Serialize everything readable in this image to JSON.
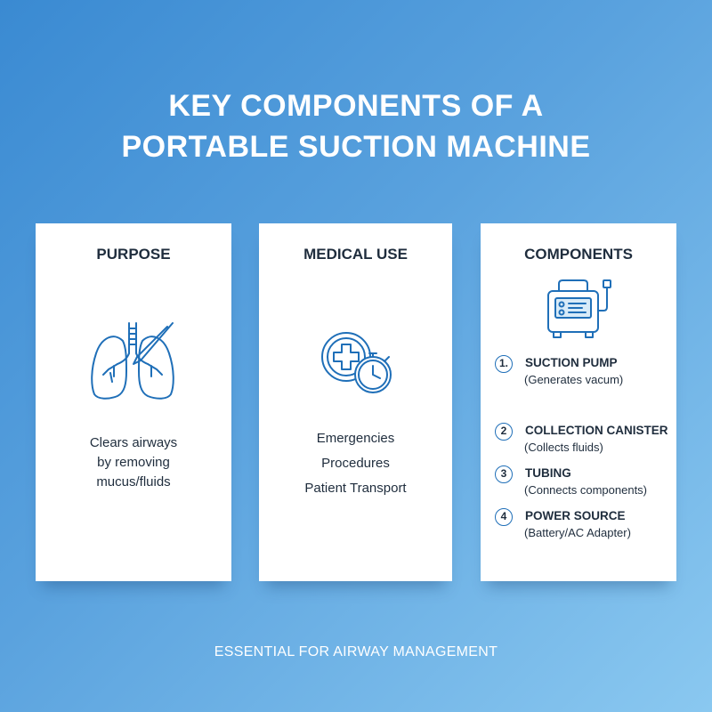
{
  "title": {
    "line1": "KEY COMPONENTS OF A",
    "line2": "PORTABLE SUCTION MACHINE"
  },
  "cards": {
    "purpose": {
      "heading": "PURPOSE",
      "icon": "lungs-icon",
      "lines": [
        "Clears airways",
        "by removing",
        "mucus/fluids"
      ]
    },
    "medical_use": {
      "heading": "MEDICAL USE",
      "icon": "medical-cross-stopwatch-icon",
      "items": [
        "Emergencies",
        "Procedures",
        "Patient Transport"
      ]
    },
    "components": {
      "heading": "COMPONENTS",
      "icon": "suction-machine-icon",
      "items": [
        {
          "number": "1.",
          "name": "SUCTION PUMP",
          "desc": "(Generates vacum)"
        },
        {
          "number": "2",
          "name": "COLLECTION CANISTER",
          "desc": "(Collects fluids)"
        },
        {
          "number": "3",
          "name": "TUBING",
          "desc": "(Connects components)"
        },
        {
          "number": "4",
          "name": "POWER SOURCE",
          "desc": "(Battery/AC Adapter)"
        }
      ]
    }
  },
  "footer": "ESSENTIAL FOR AIRWAY MANAGEMENT",
  "colors": {
    "background_start": "#3a8ad2",
    "background_end": "#8ac8f0",
    "icon_stroke": "#1f6fb8",
    "text_dark": "#1f2d3d",
    "card": "#ffffff"
  }
}
